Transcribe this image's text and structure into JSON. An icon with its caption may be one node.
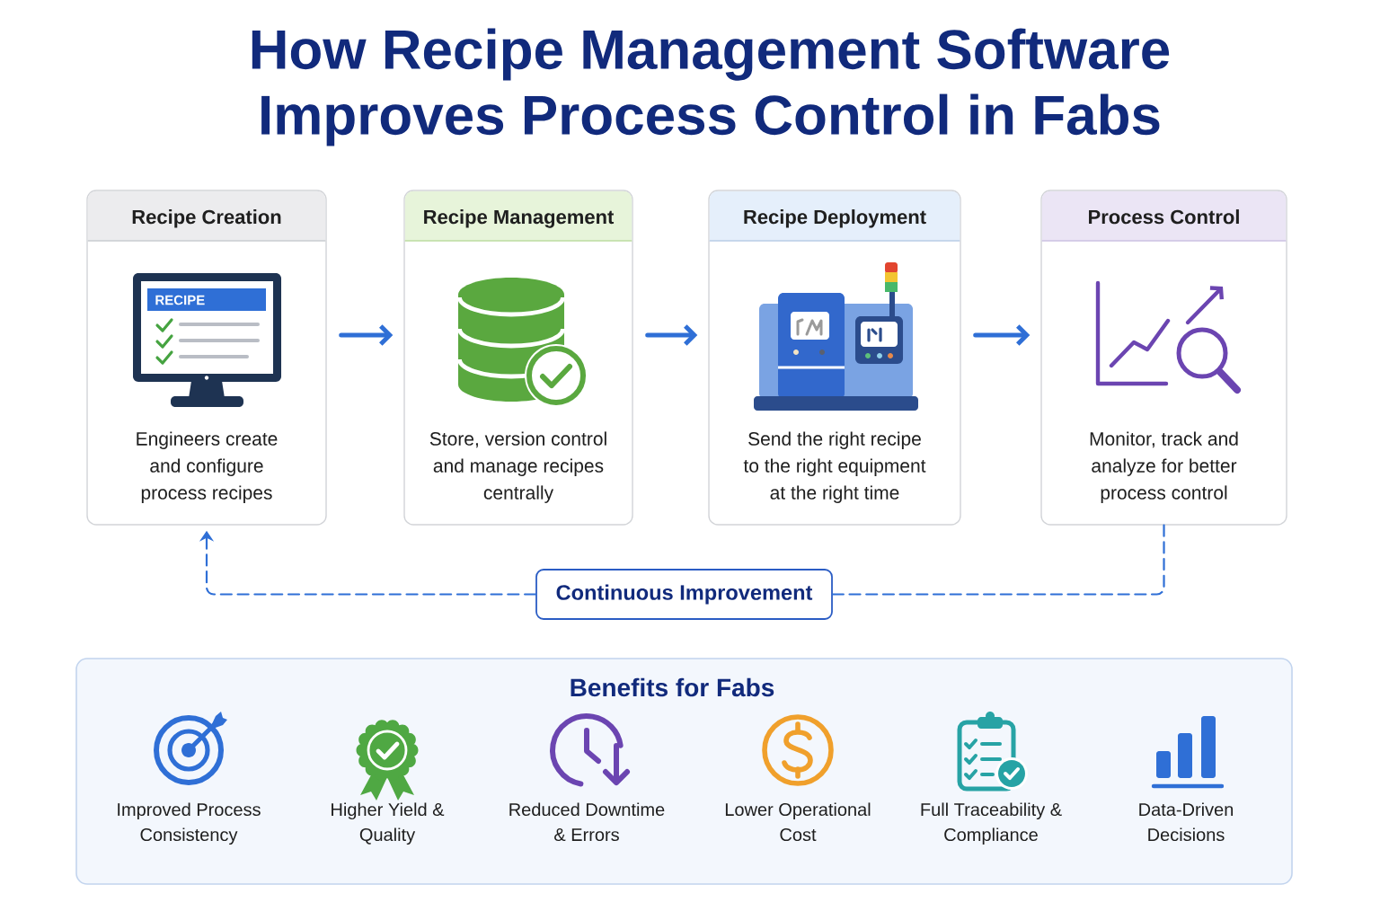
{
  "diagram": {
    "title": "How Recipe Management Software Improves Process Control in Fabs",
    "nodes": [
      {
        "text": [
          "Recipe Creation",
          "Engineers create and configure process recipes"
        ]
      },
      {
        "text": [
          "Recipe Management",
          "Store, version control and manage recipes centrally"
        ]
      },
      {
        "text": [
          "Recipe Deployment",
          "Send the right recipe to the right equipment at the right time"
        ]
      },
      {
        "text": [
          "Process Control",
          "Monitor, track and analyze for better process control"
        ]
      },
      {
        "text": [
          "Continuous Improvement"
        ]
      },
      {
        "text": [
          "Benefits for Fabs"
        ]
      }
    ],
    "edges": [
      {
        "from": 0,
        "to": 1,
        "arrow": "to"
      },
      {
        "from": 1,
        "to": 2,
        "arrow": "to"
      },
      {
        "from": 2,
        "to": 3,
        "arrow": "to"
      },
      {
        "from": 3,
        "to": 4,
        "arrow": "none",
        "style": "dashed"
      },
      {
        "from": 4,
        "to": 0,
        "arrow": "to",
        "style": "dashed"
      }
    ],
    "labels": [
      "RECIPE",
      "Improved Process Consistency",
      "Higher Yield & Quality",
      "Reduced Downtime & Errors",
      "Lower Operational Cost",
      "Full Traceability & Compliance",
      "Data-Driven Decisions"
    ]
  }
}
